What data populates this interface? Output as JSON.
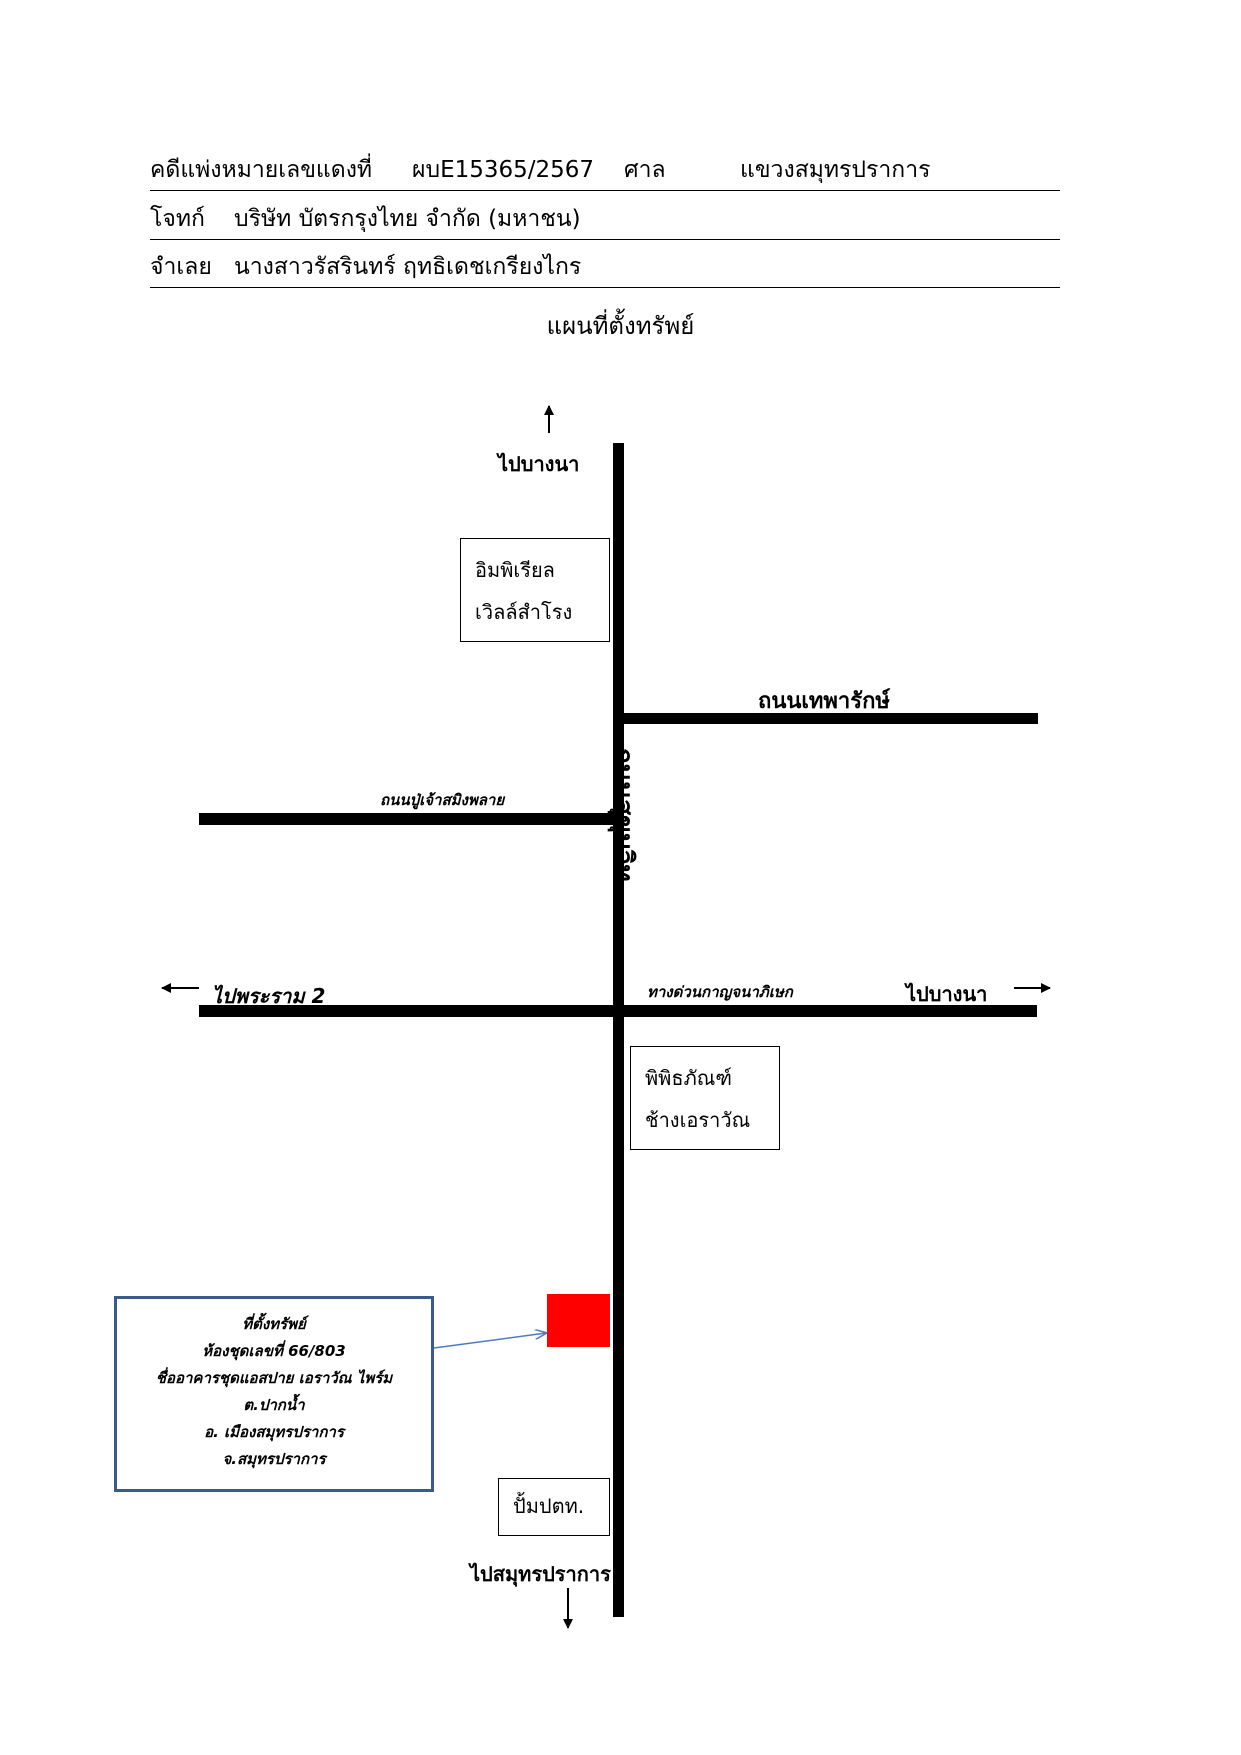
{
  "header": {
    "case_label": "คดีแพ่งหมายเลขแดงที่",
    "case_number": "ผบE15365/2567",
    "court_label": "ศาล",
    "court_name": "แขวงสมุทรปราการ",
    "plaintiff_label": "โจทก์",
    "plaintiff_name": "บริษัท บัตรกรุงไทย จำกัด (มหาชน)",
    "defendant_label": "จำเลย",
    "defendant_name": "นางสาวรัสรินทร์  ฤทธิเดชเกรียงไกร"
  },
  "map": {
    "title": "แผนที่ตั้งทรัพย์",
    "roads": {
      "main_vertical": "ถนนสุขุมวิท",
      "upper_right": "ถนนเทพารักษ์",
      "middle_left": "ถนนปู่เจ้าสมิงพลาย",
      "expressway": "ทางด่วนกาญจนาภิเษก"
    },
    "directions": {
      "north": "ไปบางนา",
      "west": "ไปพระราม 2",
      "east": "ไปบางนา",
      "south": "ไปสมุทรปราการ"
    },
    "landmarks": {
      "imperial": [
        "อิมพิเรียล",
        "เวิลล์สำโรง"
      ],
      "museum": [
        "พิพิธภัณฑ์",
        "ช้างเอราวัณ"
      ],
      "gas_station": "ปั้มปตท."
    },
    "property": {
      "lines": [
        "ที่ตั้งทรัพย์",
        "ห้องชุดเลขที่ 66/803",
        "ชื่ออาคารชุดแอสปาย เอราวัณ ไพร์ม",
        "ต.ปากน้ำ",
        "อ. เมืองสมุทรปราการ",
        "จ.สมุทรปราการ"
      ],
      "marker_color": "#ff0000",
      "box_border_color": "#3b5a8c",
      "pointer_color": "#4f7bbf"
    }
  }
}
